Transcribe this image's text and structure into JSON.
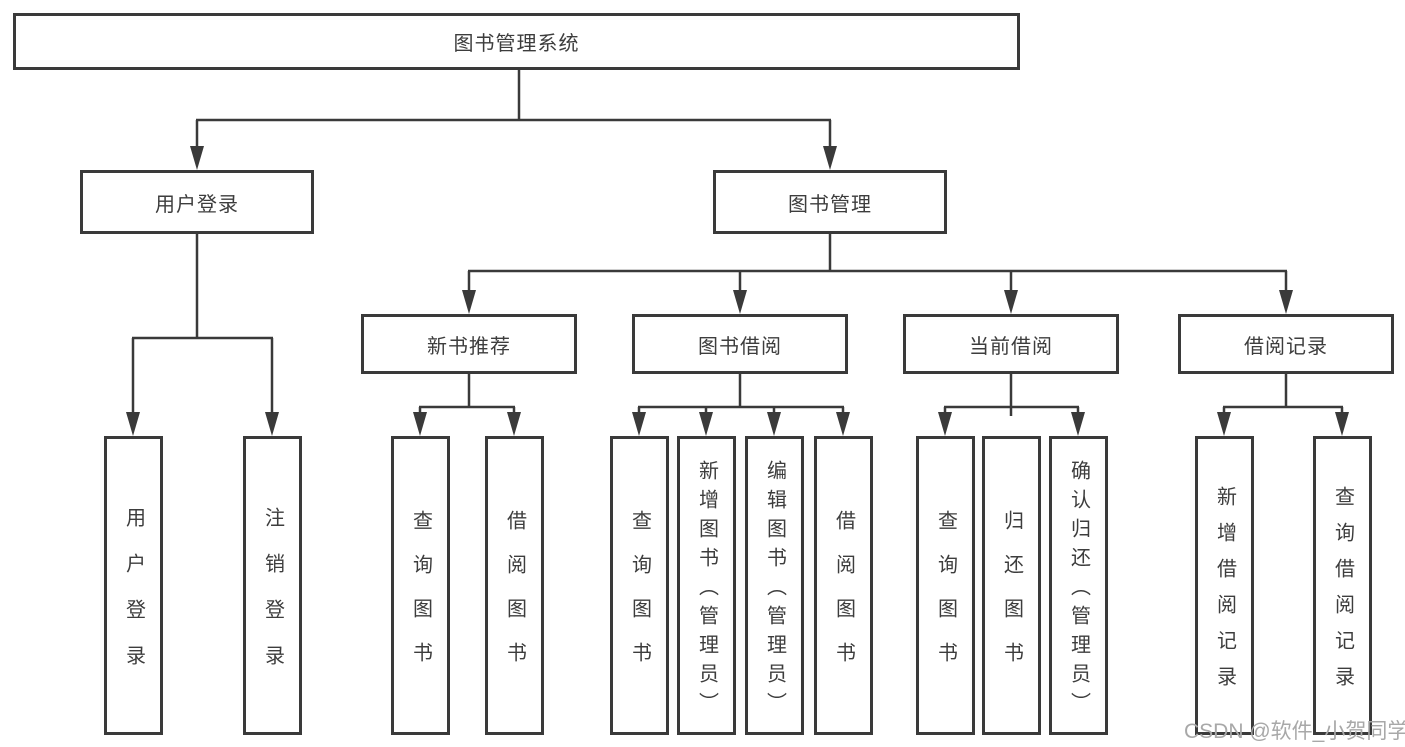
{
  "diagram": {
    "root": {
      "label": "图书管理系统"
    },
    "branches": {
      "user_login": {
        "label": "用户登录",
        "children": [
          "用户登录",
          "注销登录"
        ]
      },
      "book_management": {
        "label": "图书管理",
        "sections": [
          {
            "label": "新书推荐",
            "children": [
              "查询图书",
              "借阅图书"
            ]
          },
          {
            "label": "图书借阅",
            "children": [
              "查询图书",
              "新增图书（管理员）",
              "编辑图书（管理员）",
              "借阅图书"
            ]
          },
          {
            "label": "当前借阅",
            "children": [
              "查询图书",
              "归还图书",
              "确认归还（管理员）"
            ]
          },
          {
            "label": "借阅记录",
            "children": [
              "新增借阅记录",
              "查询借阅记录"
            ]
          }
        ]
      }
    }
  },
  "watermark": "CSDN @软件_小贺同学",
  "colors": {
    "line": "#3a3a3a",
    "text": "#3d3d3d",
    "watermark": "#a8a8a8",
    "background": "#ffffff"
  }
}
